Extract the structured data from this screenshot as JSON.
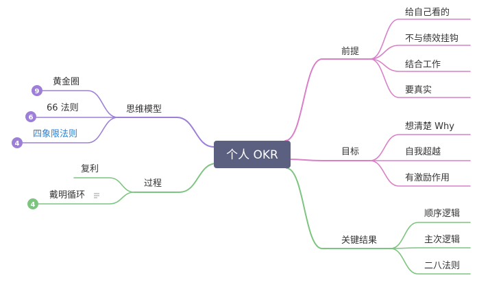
{
  "root": {
    "label": "个人 OKR",
    "color": "#5b5f80"
  },
  "branches": [
    {
      "label": "前提",
      "color": "#d97fc8",
      "children": [
        {
          "label": "给自己看的"
        },
        {
          "label": "不与绩效挂钩"
        },
        {
          "label": "结合工作"
        },
        {
          "label": "要真实"
        }
      ]
    },
    {
      "label": "目标",
      "color": "#d97fc8",
      "children": [
        {
          "label": "想清楚 Why"
        },
        {
          "label": "自我超越"
        },
        {
          "label": "有激励作用"
        }
      ]
    },
    {
      "label": "关键结果",
      "color": "#7cc47f",
      "children": [
        {
          "label": "顺序逻辑"
        },
        {
          "label": "主次逻辑"
        },
        {
          "label": "二八法则"
        }
      ]
    },
    {
      "label": "思维模型",
      "color": "#9d7fd8",
      "children": [
        {
          "label": "黄金圈",
          "badge": "9"
        },
        {
          "label": "66 法则",
          "badge": "6"
        },
        {
          "label": "四象限法则",
          "badge": "4",
          "link": true
        }
      ]
    },
    {
      "label": "过程",
      "color": "#7cc47f",
      "children": [
        {
          "label": "复利"
        },
        {
          "label": "戴明循环",
          "badge": "4",
          "note_icon": "notes-icon"
        }
      ]
    }
  ]
}
